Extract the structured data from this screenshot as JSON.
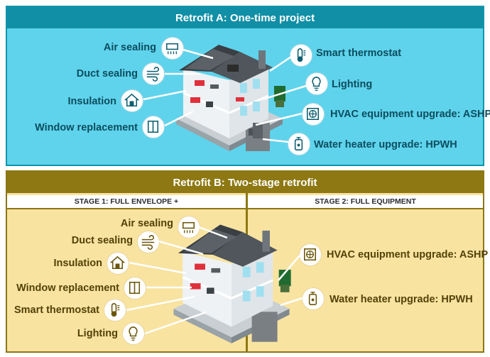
{
  "retrofit_a": {
    "title": "Retrofit A: One-time project",
    "labels": {
      "air_sealing": "Air sealing",
      "duct_sealing": "Duct sealing",
      "insulation": "Insulation",
      "window_replacement": "Window replacement",
      "smart_thermostat": "Smart thermostat",
      "lighting": "Lighting",
      "hvac": "HVAC equipment upgrade: ASHP",
      "water_heater": "Water heater upgrade: HPWH"
    }
  },
  "retrofit_b": {
    "title": "Retrofit B: Two-stage retrofit",
    "stage1": {
      "title": "STAGE 1: FULL ENVELOPE +",
      "labels": {
        "air_sealing": "Air sealing",
        "duct_sealing": "Duct sealing",
        "insulation": "Insulation",
        "window_replacement": "Window replacement",
        "smart_thermostat": "Smart thermostat",
        "lighting": "Lighting"
      }
    },
    "stage2": {
      "title": "STAGE 2: FULL EQUIPMENT",
      "labels": {
        "hvac": "HVAC equipment upgrade: ASHP",
        "water_heater": "Water heater upgrade: HPWH"
      }
    }
  },
  "colors": {
    "panel_a_bg": "#5fd3ec",
    "panel_a_header": "#118fa6",
    "panel_b_bg": "#f9e3a1",
    "panel_b_header": "#8d7813"
  }
}
